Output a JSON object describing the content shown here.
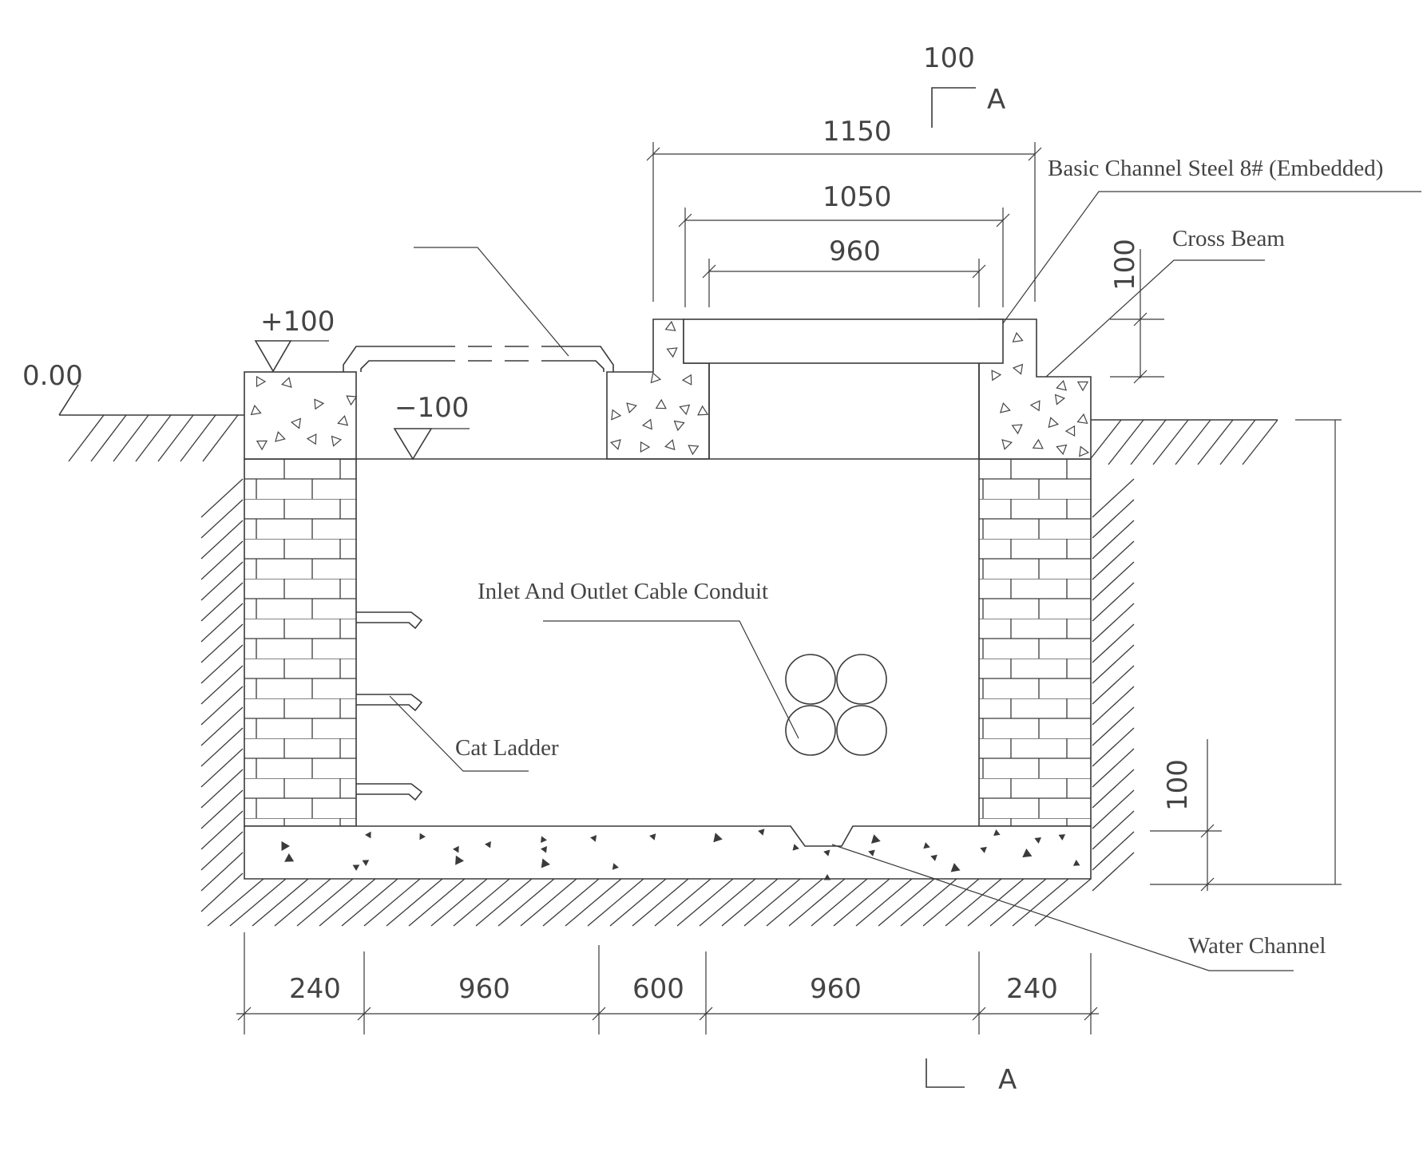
{
  "section_mark": {
    "letter_top": "A",
    "letter_bottom": "A",
    "dim": "100"
  },
  "top_dims": {
    "outer": "1150",
    "middle": "1050",
    "inner": "960"
  },
  "labels": {
    "channel_steel": "Basic Channel Steel 8# (Embedded)",
    "cross_beam": "Cross Beam",
    "cable_conduit": "Inlet And Outlet Cable Conduit",
    "cat_ladder": "Cat Ladder",
    "water_channel": "Water Channel"
  },
  "levels": {
    "ground": "0.00",
    "top": "+100",
    "inner": "−100"
  },
  "side_dims": {
    "cover_height": "100",
    "floor_thickness": "100"
  },
  "bottom_dims": [
    "240",
    "960",
    "600",
    "960",
    "240"
  ]
}
